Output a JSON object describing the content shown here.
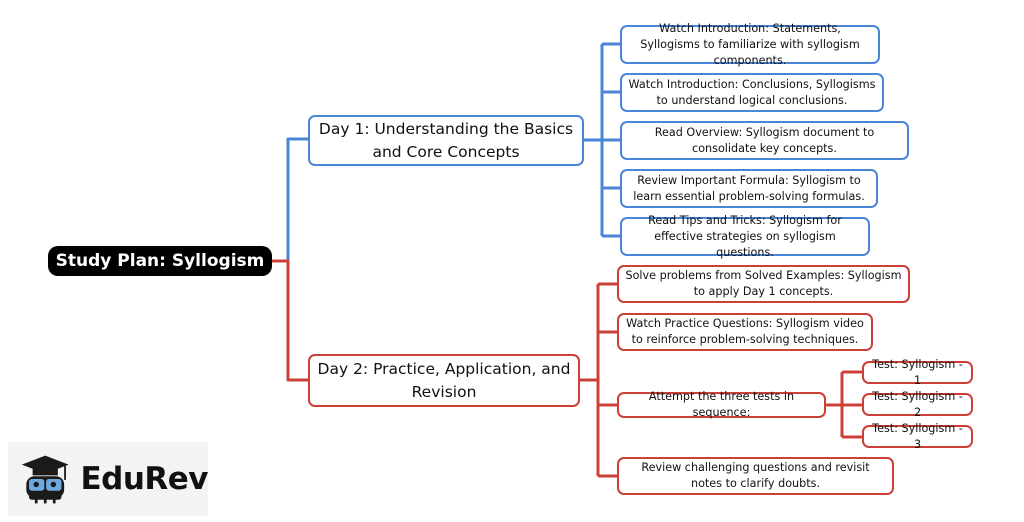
{
  "root": {
    "label": "Study Plan: Syllogism"
  },
  "colors": {
    "day1": "#4a86d8",
    "day2": "#cc4037"
  },
  "day1": {
    "label": "Day 1: Understanding the Basics and Core Concepts",
    "items": [
      "Watch Introduction: Statements, Syllogisms to familiarize with syllogism components.",
      "Watch Introduction: Conclusions, Syllogisms to understand logical conclusions.",
      "Read Overview: Syllogism document to consolidate key concepts.",
      "Review Important Formula: Syllogism to learn essential problem-solving formulas.",
      "Read Tips and Tricks: Syllogism for effective strategies on syllogism questions."
    ]
  },
  "day2": {
    "label": "Day 2: Practice, Application, and Revision",
    "items": [
      "Solve problems from Solved Examples: Syllogism to apply Day 1 concepts.",
      "Watch Practice Questions: Syllogism video to reinforce problem-solving techniques.",
      "Attempt the three tests in sequence:",
      "Review challenging questions and revisit notes to clarify doubts."
    ],
    "tests": [
      "Test: Syllogism - 1",
      "Test: Syllogism - 2",
      "Test: Syllogism - 3"
    ]
  },
  "logo": {
    "text": "EduRev",
    "icon": "graduate-owl-icon"
  }
}
